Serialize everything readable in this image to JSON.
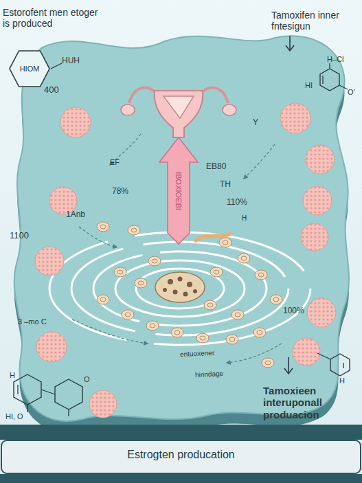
{
  "diagram": {
    "title": "Estrogten producation",
    "nodes": [
      {
        "text": [
          "HIOM"
        ]
      },
      {
        "text": [
          "IBOXIOEBI"
        ]
      }
    ],
    "labels": [
      "Estorofent men etoger is produced",
      "HUH",
      "400",
      "EF",
      "78%",
      "1Anb",
      "1100",
      "EB80",
      "TH",
      "110%",
      "H",
      "Tamoxifen inner fntesigun",
      "H–Cl",
      "HI",
      "O'",
      "Y",
      "3 –mo C",
      "entuoxener",
      "hinndage",
      "100%",
      "HI, O",
      "H",
      "O",
      "H",
      "Tamoxieen interuponall produacion"
    ]
  }
}
